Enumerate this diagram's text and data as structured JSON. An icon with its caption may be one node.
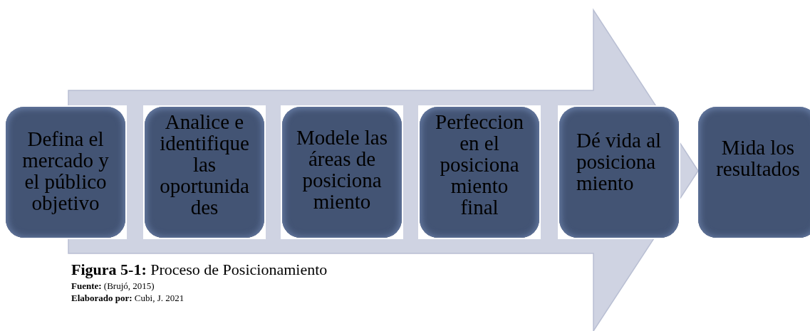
{
  "diagram": {
    "caption": "**Figura 5-1:** Proceso de Posicionamiento",
    "nodes": [
      {
        "text": [
          "Defina el mercado y el público objetivo"
        ]
      },
      {
        "text": [
          "Analice e identifique las oportunida des"
        ]
      },
      {
        "text": [
          "Modele las áreas de posiciona miento"
        ]
      },
      {
        "text": [
          "Perfeccion en el posiciona miento final"
        ]
      },
      {
        "text": [
          "Dé vida al posiciona miento"
        ]
      },
      {
        "text": [
          "Mida los resultados"
        ]
      }
    ],
    "edges": [
      {
        "from": 0,
        "to": 5,
        "arrow": "to"
      }
    ],
    "labels": [
      "**Fuente:** (Brujó, 2015)",
      "**Elaborado por:** Cubi, J. 2021"
    ]
  }
}
